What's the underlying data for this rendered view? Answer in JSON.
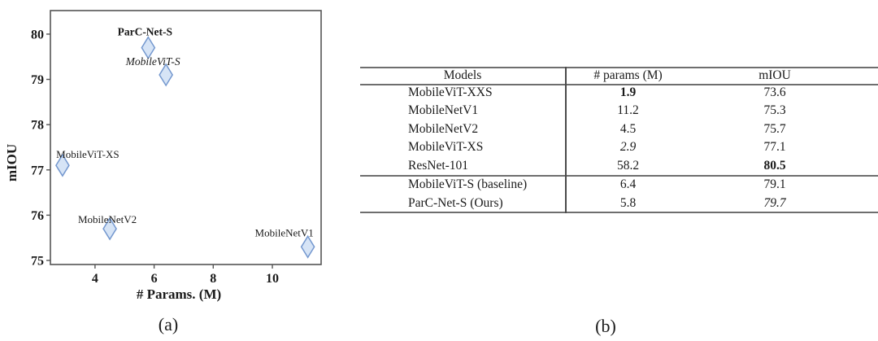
{
  "figure": {
    "caption_a": "(a)",
    "caption_b": "(b)"
  },
  "chart_data": {
    "type": "scatter",
    "title": "",
    "xlabel": "# Params. (M)",
    "ylabel": "mIOU",
    "xlim": [
      2.49,
      11.65
    ],
    "ylim": [
      74.91,
      80.52
    ],
    "xticks": [
      4,
      6,
      8,
      10
    ],
    "yticks": [
      75,
      76,
      77,
      78,
      79,
      80
    ],
    "grid": false,
    "legend": "none (points labeled inline)",
    "marker": "thin-diamond",
    "marker_fill": "#d6e4f6",
    "marker_stroke": "#7498cf",
    "points": [
      {
        "label": "ParC-Net-S",
        "x": 5.8,
        "y": 79.7,
        "style": "bold",
        "label_dx": -4,
        "label_dy": -15
      },
      {
        "label": "MobileViT-S",
        "x": 6.4,
        "y": 79.1,
        "style": "italic",
        "label_dx": -16,
        "label_dy": -12
      },
      {
        "label": "MobileViT-XS",
        "x": 2.9,
        "y": 77.1,
        "style": "normal",
        "label_dx": 31,
        "label_dy": -9
      },
      {
        "label": "MobileNetV2",
        "x": 4.5,
        "y": 75.7,
        "style": "normal",
        "label_dx": -3,
        "label_dy": -7
      },
      {
        "label": "MobileNetV1",
        "x": 11.2,
        "y": 75.3,
        "style": "normal",
        "label_dx": -29,
        "label_dy": -13
      }
    ]
  },
  "table": {
    "headers": [
      "Models",
      "# params (M)",
      "mIOU"
    ],
    "rows": [
      {
        "model": "MobileViT-XXS",
        "params": "1.9",
        "params_style": "bold",
        "miou": "73.6",
        "miou_style": "normal"
      },
      {
        "model": "MobileNetV1",
        "params": "11.2",
        "params_style": "normal",
        "miou": "75.3",
        "miou_style": "normal"
      },
      {
        "model": "MobileNetV2",
        "params": "4.5",
        "params_style": "normal",
        "miou": "75.7",
        "miou_style": "normal"
      },
      {
        "model": "MobileViT-XS",
        "params": "2.9",
        "params_style": "italic",
        "miou": "77.1",
        "miou_style": "normal"
      },
      {
        "model": "ResNet-101",
        "params": "58.2",
        "params_style": "normal",
        "miou": "80.5",
        "miou_style": "bold"
      },
      {
        "model": "MobileViT-S (baseline)",
        "params": "6.4",
        "params_style": "normal",
        "miou": "79.1",
        "miou_style": "normal"
      },
      {
        "model": "ParC-Net-S (Ours)",
        "params": "5.8",
        "params_style": "normal",
        "miou": "79.7",
        "miou_style": "italic"
      }
    ],
    "group_break_after_row": 5
  }
}
